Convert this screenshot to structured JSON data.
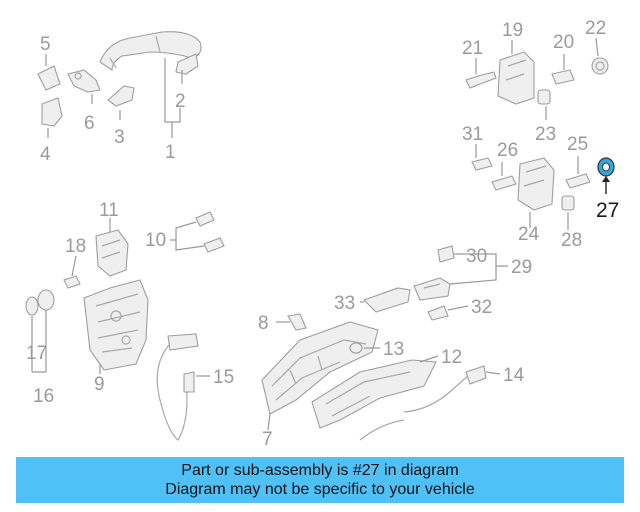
{
  "callouts": {
    "c1": "1",
    "c2": "2",
    "c3": "3",
    "c4": "4",
    "c5": "5",
    "c6": "6",
    "c7": "7",
    "c8": "8",
    "c9": "9",
    "c10": "10",
    "c11": "11",
    "c12": "12",
    "c13": "13",
    "c14": "14",
    "c15": "15",
    "c16": "16",
    "c17": "17",
    "c18": "18",
    "c19": "19",
    "c20": "20",
    "c21": "21",
    "c22": "22",
    "c23": "23",
    "c24": "24",
    "c25": "25",
    "c26": "26",
    "c27": "27",
    "c28": "28",
    "c29": "29",
    "c30": "30",
    "c31": "31",
    "c32": "32",
    "c33": "33"
  },
  "highlighted_part": "27",
  "colors": {
    "highlight": "#2ea7e0",
    "banner": "#4fc1f7",
    "parts": "#a8a8a8"
  },
  "banner": {
    "line1": "Part or sub-assembly is #27 in diagram",
    "line2": "Diagram may not be specific to your vehicle"
  }
}
